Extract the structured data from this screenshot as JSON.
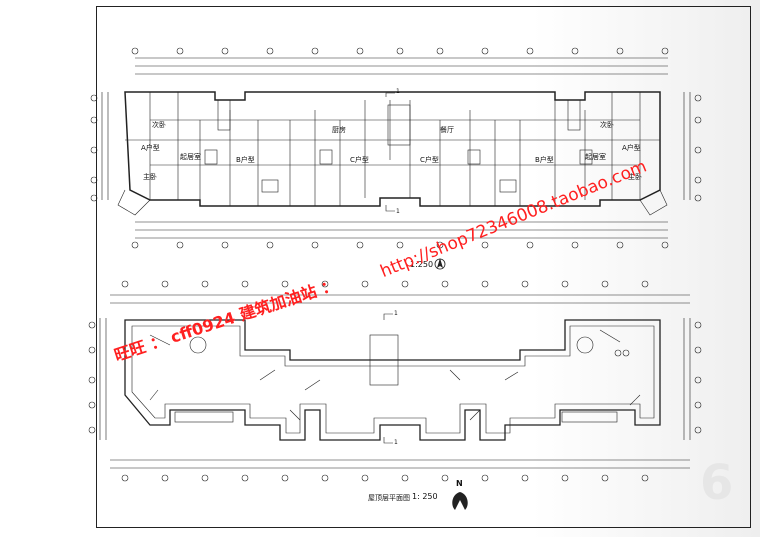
{
  "sheet": {
    "page_number": "6",
    "upper_plan": {
      "scale": "1:250",
      "section_marks": [
        "1",
        "1"
      ],
      "room_labels": {
        "unit_a": "A户型",
        "unit_b": "B户型",
        "unit_c": "C户型",
        "living": "起居室",
        "bedroom_main": "主卧",
        "bedroom_2": "次卧",
        "kitchen": "厨房",
        "dining": "餐厅"
      }
    },
    "lower_plan": {
      "title": "屋顶层平面图",
      "scale": "1: 250",
      "north": "N",
      "section_marks": [
        "1",
        "1"
      ]
    }
  },
  "watermarks": {
    "shop": "http://shop72346008.taobao.com",
    "contact": "旺旺 ： cff0924  建筑加油站 ："
  }
}
